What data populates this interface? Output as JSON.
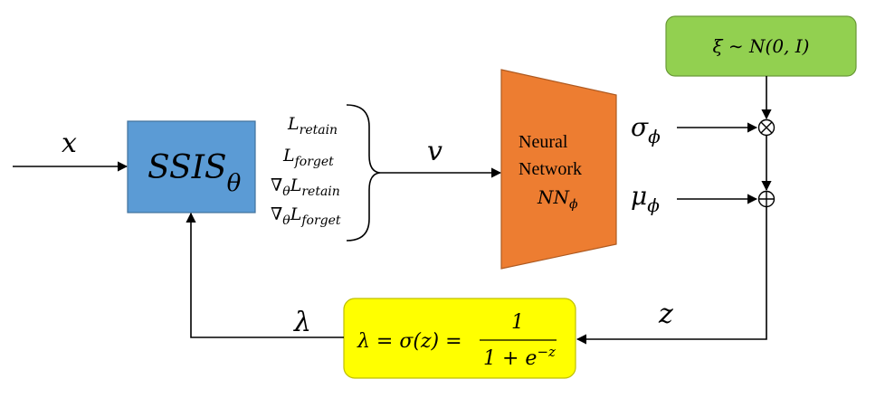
{
  "input": {
    "symbol": "x"
  },
  "ssis_block": {
    "base": "SSIS",
    "subscript": "θ",
    "color": "#5B9BD5"
  },
  "losses": {
    "l_retain": {
      "base": "L",
      "sub": "retain"
    },
    "l_forget": {
      "base": "L",
      "sub": "forget"
    },
    "grad_retain": {
      "nabla": "∇",
      "theta": "θ",
      "base": "L",
      "sub": "retain"
    },
    "grad_forget": {
      "nabla": "∇",
      "theta": "θ",
      "base": "L",
      "sub": "forget"
    }
  },
  "v_label": "v",
  "neural_network": {
    "line1": "Neural",
    "line2": "Network",
    "nn_base": "NN",
    "nn_sub": "ϕ",
    "color": "#ED7D31"
  },
  "sigma": {
    "base": "σ",
    "sub": "ϕ"
  },
  "mu": {
    "base": "μ",
    "sub": "ϕ"
  },
  "noise_box": {
    "text": "ξ ∼ N(0, I)",
    "color": "#92D050"
  },
  "z_label": "z",
  "lambda_label": "λ",
  "sigmoid_box": {
    "lhs": "λ = σ(z) =",
    "numerator": "1",
    "denominator_base": "1 + e",
    "denominator_exp": "−z",
    "color": "#FFFF00"
  }
}
